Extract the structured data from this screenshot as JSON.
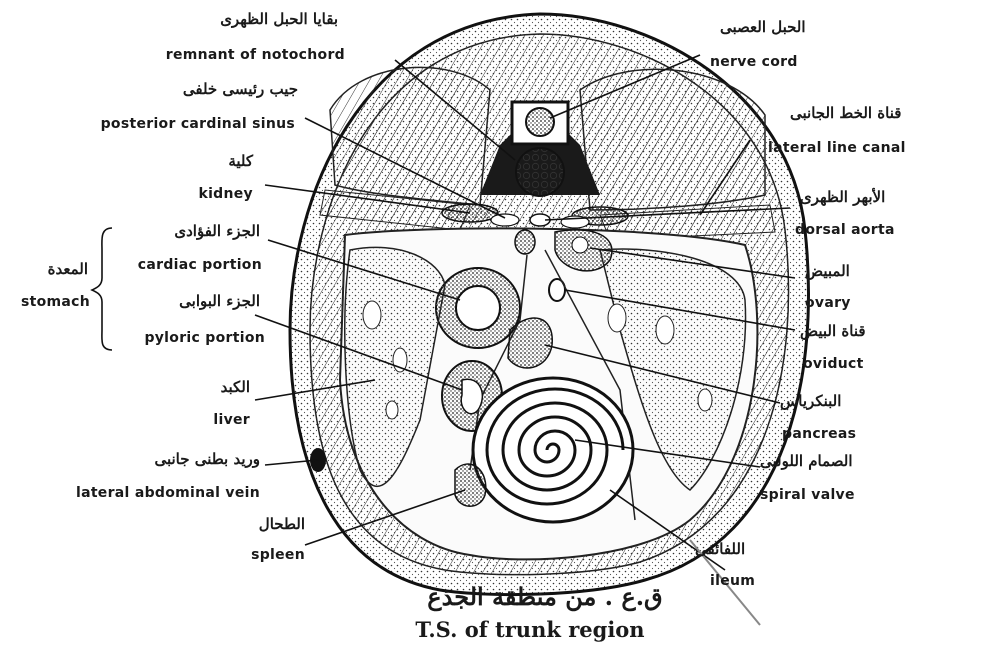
{
  "labels": {
    "notochord": {
      "ar": "بقايا الحبل الظهرى",
      "en": "remnant of notochord"
    },
    "nerve_cord": {
      "ar": "الحبل العصبى",
      "en": "nerve cord"
    },
    "cardinal_sinus": {
      "ar": "جيب رئيسى خلفى",
      "en": "posterior cardinal sinus"
    },
    "lateral_line": {
      "ar": "قناة الخط الجانبى",
      "en": "lateral line canal"
    },
    "kidney": {
      "ar": "كلية",
      "en": "kidney"
    },
    "dorsal_aorta": {
      "ar": "الأبهر الظهرى",
      "en": "dorsal aorta"
    },
    "cardiac": {
      "ar": "الجزء الفؤادى",
      "en": "cardiac portion"
    },
    "stomach": {
      "ar": "المعدة",
      "en": "stomach"
    },
    "ovary": {
      "ar": "المبيض",
      "en": "ovary"
    },
    "pyloric": {
      "ar": "الجزء البوابى",
      "en": "pyloric portion"
    },
    "oviduct": {
      "ar": "قناة البيض",
      "en": "oviduct"
    },
    "liver": {
      "ar": "الكبد",
      "en": "liver"
    },
    "pancreas": {
      "ar": "البنكرياس",
      "en": "pancreas"
    },
    "abdominal_vein": {
      "ar": "وريد بطنى جانبى",
      "en": "lateral abdominal vein"
    },
    "spiral_valve": {
      "ar": "الصمام اللولبى",
      "en": "spiral valve"
    },
    "spleen": {
      "ar": "الطحال",
      "en": "spleen"
    },
    "ileum": {
      "ar": "اللفائفى",
      "en": "ileum"
    }
  },
  "caption": {
    "ar": "ق.ع . من منطقة الجذع",
    "en": "T.S. of trunk region"
  },
  "colors": {
    "ink": "#1a1a1a",
    "paper": "#ffffff"
  }
}
